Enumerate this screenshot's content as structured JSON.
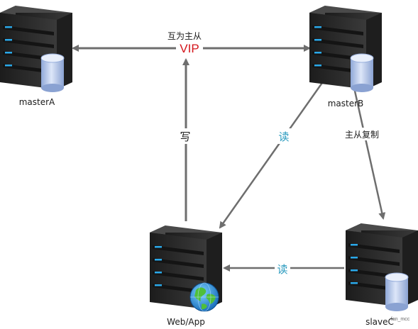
{
  "nodes": {
    "masterA": {
      "label": "masterA"
    },
    "masterB": {
      "label": "masterB"
    },
    "slaveC": {
      "label": "slaveC"
    },
    "webapp": {
      "label": "Web/App"
    }
  },
  "edges": {
    "master_master": {
      "label": "互为主从"
    },
    "vip": {
      "label": "VIP"
    },
    "write": {
      "label": "写"
    },
    "read_master": {
      "label": "读"
    },
    "read_slave": {
      "label": "读"
    },
    "replication": {
      "label": "主从复制"
    }
  },
  "watermark": {
    "text": "fan_mcc"
  },
  "colors": {
    "vip": "#d4151b",
    "read": "#2b9bbf",
    "arrow": "#6e6e6e",
    "server_body": "#2b2b2b",
    "server_led": "#2aa9ea",
    "database": "#b5c9ec"
  }
}
